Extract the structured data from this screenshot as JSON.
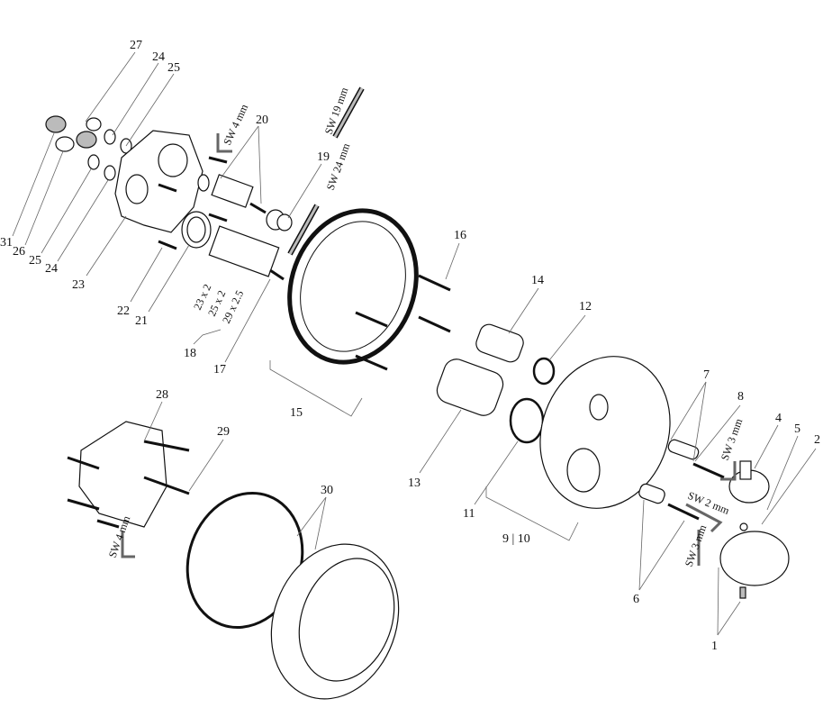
{
  "diagram": {
    "part_labels": {
      "p27": "27",
      "p24a": "24",
      "p25a": "25",
      "p20": "20",
      "p19": "19",
      "p31": "31",
      "p26": "26",
      "p25b": "25",
      "p24b": "24",
      "p23": "23",
      "p22": "22",
      "p21": "21",
      "p18": "18",
      "p17": "17",
      "p16": "16",
      "p14": "14",
      "p12": "12",
      "p15": "15",
      "p13": "13",
      "p11": "11",
      "p9_10": "9 | 10",
      "p7": "7",
      "p8": "8",
      "p4": "4",
      "p5": "5",
      "p2": "2",
      "p6": "6",
      "p1": "1",
      "p28": "28",
      "p29": "29",
      "p30": "30"
    },
    "annotations": {
      "sw4_top": "SW 4 mm",
      "sw19": "SW 19 mm",
      "sw24": "SW 24 mm",
      "oring_23": "23 x 2",
      "oring_25": "25 x 2",
      "oring_29": "29 x 2.5",
      "sw3_upper": "SW 3 mm",
      "sw2": "SW 2 mm",
      "sw3_lower": "SW 3 mm",
      "sw4_bottom": "SW 4 mm"
    }
  }
}
